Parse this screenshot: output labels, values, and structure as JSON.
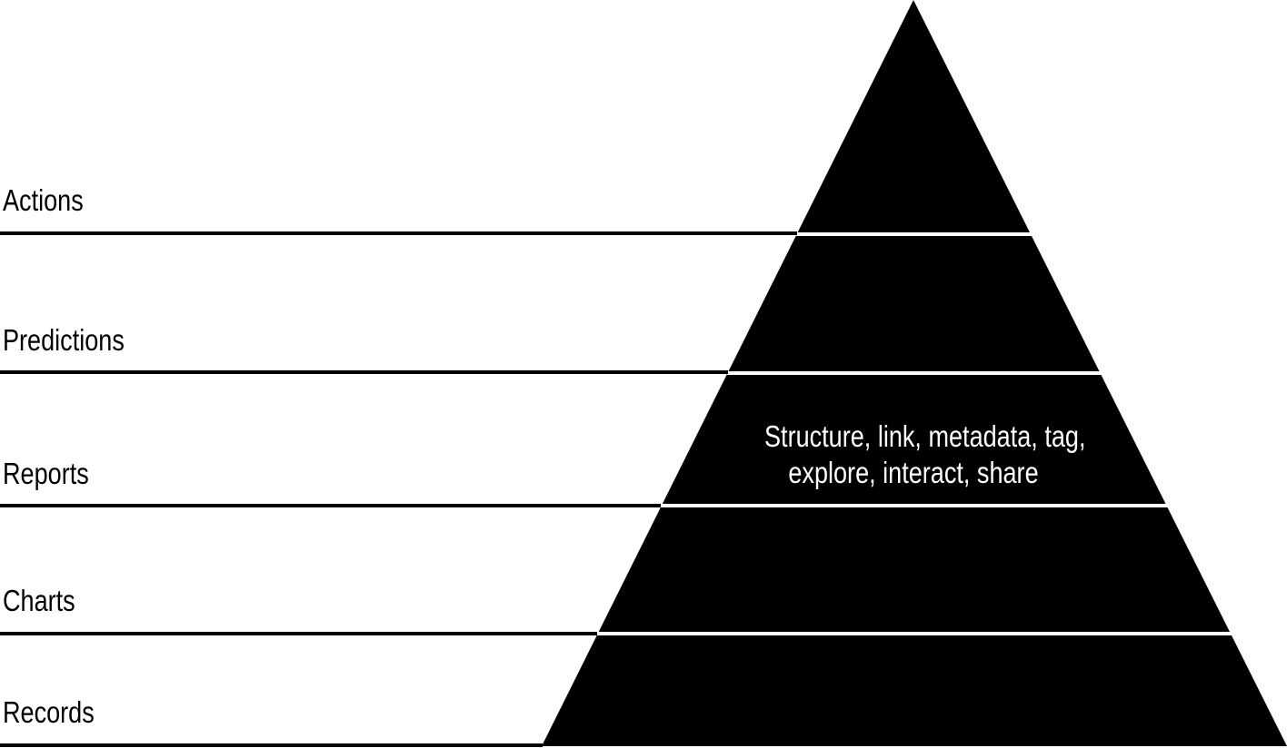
{
  "levels": [
    {
      "label": "Actions"
    },
    {
      "label": "Predictions"
    },
    {
      "label": "Reports",
      "description_lines": [
        "Structure, link, metadata, tag,",
        "explore, interact, share"
      ]
    },
    {
      "label": "Charts"
    },
    {
      "label": "Records"
    }
  ],
  "colors": {
    "pyramid_fill": "#000000",
    "band_separator": "#ffffff",
    "rule_line": "#000000",
    "band_text": "#ffffff"
  }
}
